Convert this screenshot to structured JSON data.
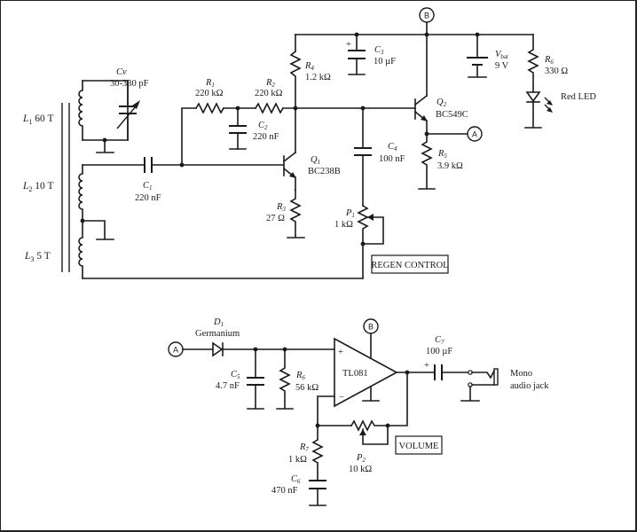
{
  "title": "Regenerative radio receiver schematic",
  "components": {
    "L1": {
      "name": "L1",
      "value": "60 T"
    },
    "L2": {
      "name": "L2",
      "value": "10 T"
    },
    "L3": {
      "name": "L3",
      "value": "5 T"
    },
    "Cv": {
      "name": "Cv",
      "value": "30-330 pF"
    },
    "C1": {
      "name": "C1",
      "value": "220 nF"
    },
    "C2": {
      "name": "C2",
      "value": "220 nF"
    },
    "C3": {
      "name": "C3",
      "value": "10 µF"
    },
    "C4": {
      "name": "C4",
      "value": "100 nF"
    },
    "C5": {
      "name": "C5",
      "value": "4.7 nF"
    },
    "C6": {
      "name": "C6",
      "value": "470 nF"
    },
    "C7": {
      "name": "C7",
      "value": "100 µF"
    },
    "R1": {
      "name": "R1",
      "value": "220 kΩ"
    },
    "R2": {
      "name": "R2",
      "value": "220 kΩ"
    },
    "R3": {
      "name": "R3",
      "value": "27 Ω"
    },
    "R4": {
      "name": "R4",
      "value": "1.2 kΩ"
    },
    "R5": {
      "name": "R5",
      "value": "3.9 kΩ"
    },
    "R6a": {
      "name": "R6",
      "value": "330 Ω"
    },
    "R6b": {
      "name": "R6",
      "value": "56 kΩ"
    },
    "R7": {
      "name": "R7",
      "value": "1 kΩ"
    },
    "P1": {
      "name": "P1",
      "value": "1 kΩ"
    },
    "P2": {
      "name": "P2",
      "value": "10 kΩ"
    },
    "Q1": {
      "name": "Q1",
      "value": "BC238B"
    },
    "Q2": {
      "name": "Q2",
      "value": "BC549C"
    },
    "D1": {
      "name": "D1",
      "value": "Germanium"
    },
    "Vbat": {
      "name": "V",
      "sub": "bat",
      "value": "9 V"
    },
    "LED": {
      "value": "Red LED"
    },
    "U1": {
      "value": "TL081"
    },
    "jack": {
      "line1": "Mono",
      "line2": "audio jack"
    }
  },
  "controls": {
    "regen": "REGEN CONTROL",
    "volume": "VOLUME"
  },
  "nodes": {
    "A": "A",
    "B": "B"
  },
  "signs": {
    "plus": "+",
    "minus": "−"
  }
}
